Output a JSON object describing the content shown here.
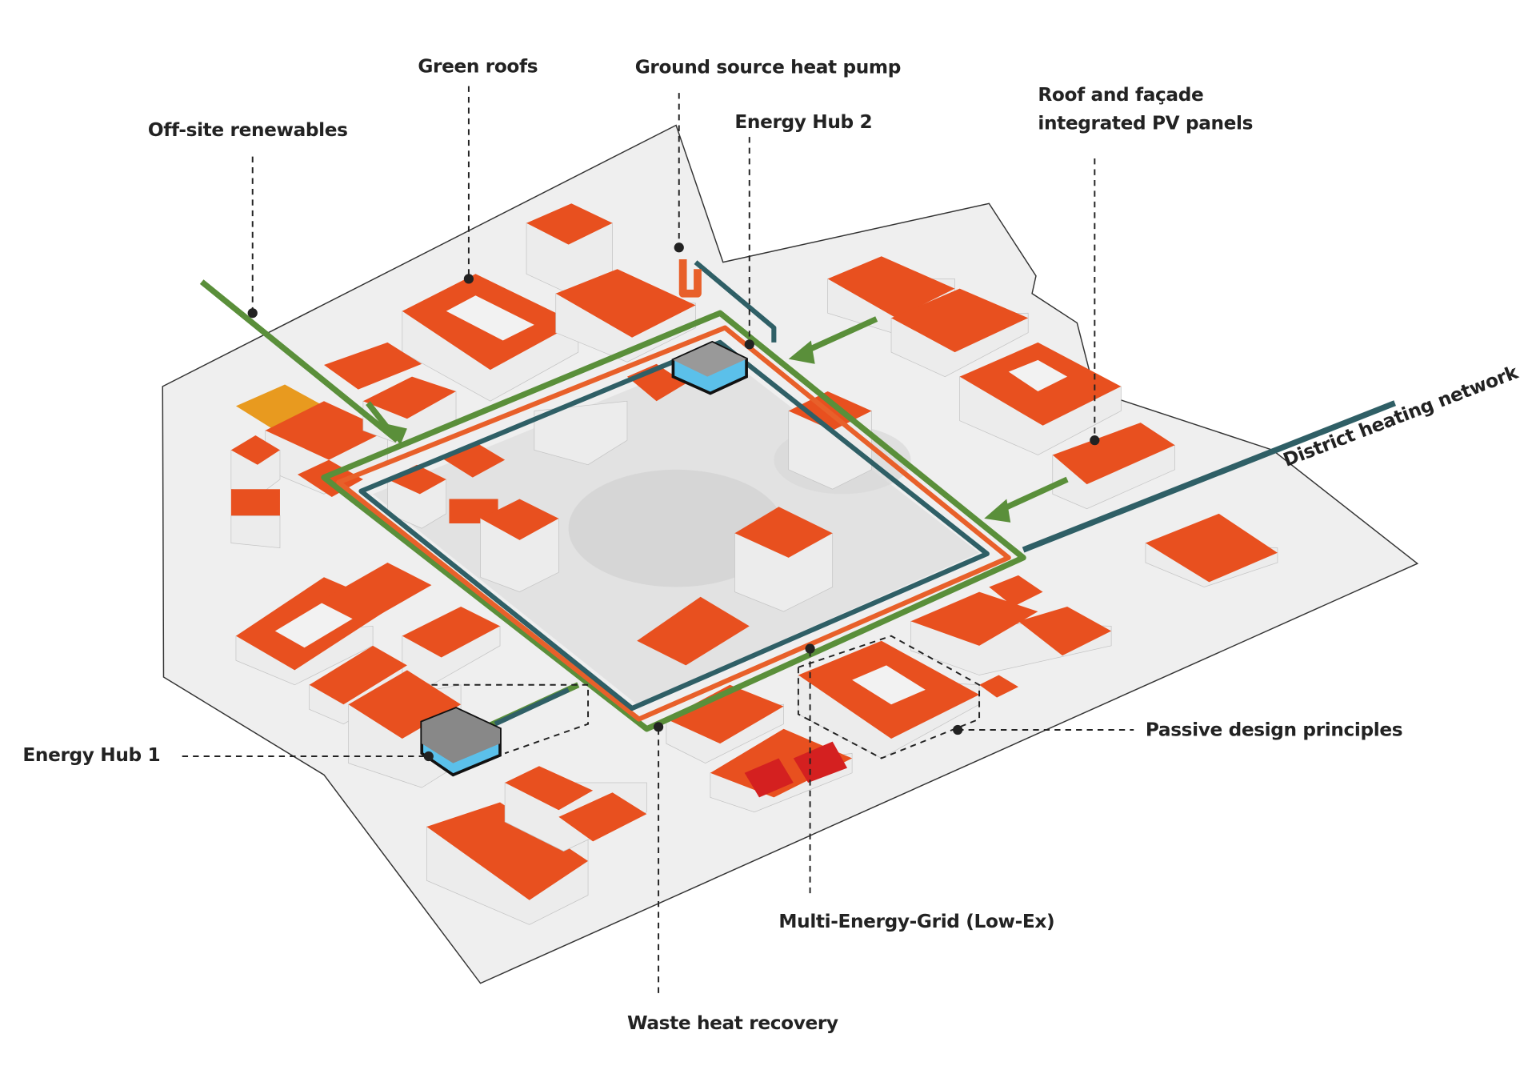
{
  "labels": {
    "offsite": "Off-site renewables",
    "green_roofs": "Green roofs",
    "gshp": "Ground source heat pump",
    "hub2": "Energy Hub 2",
    "pv_line1": "Roof and façade",
    "pv_line2": "integrated PV panels",
    "district": "District heating network",
    "passive": "Passive design principles",
    "hub1": "Energy Hub 1",
    "grid": "Multi-Energy-Grid (Low-Ex)",
    "waste": "Waste heat recovery"
  },
  "colors": {
    "roof": "#e8501f",
    "green_pipe": "#5a8f3a",
    "orange_pipe": "#e8602a",
    "teal_pipe": "#2f5f66",
    "hub_water": "#5bc0ea",
    "site": "#f0f0f0"
  }
}
